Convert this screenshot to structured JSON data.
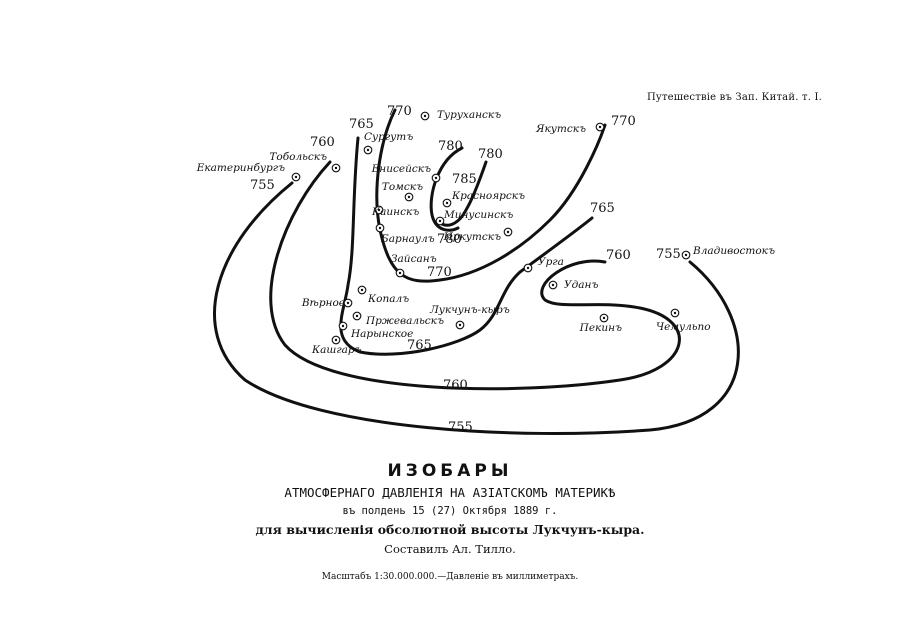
{
  "header": {
    "series_note": "Путешествіе въ Зап. Китай. т. I."
  },
  "caption": {
    "title": "ИЗОБАРЫ",
    "subtitle": "АТМОСФЕРНАГО ДАВЛЕНІЯ НА АЗІАТСКОМЪ МАТЕРИКѢ",
    "date_line": "въ полдень 15 (27) Октября 1889 г.",
    "purpose_line": "для вычисленія обсолютной высоты Лукчунъ-кыра.",
    "author_line": "Составилъ Ал. Тилло.",
    "scale_line": "Масштабъ 1:30.000.000.—Давленіе въ миллиметрахъ."
  },
  "isobar_labels": [
    {
      "id": "755-west",
      "text": "755"
    },
    {
      "id": "760-west",
      "text": "760"
    },
    {
      "id": "765-north",
      "text": "765"
    },
    {
      "id": "770-north",
      "text": "770"
    },
    {
      "id": "770-east",
      "text": "770"
    },
    {
      "id": "780-a",
      "text": "780"
    },
    {
      "id": "780-b",
      "text": "780"
    },
    {
      "id": "785",
      "text": "785"
    },
    {
      "id": "780-c",
      "text": "780"
    },
    {
      "id": "770-south",
      "text": "770"
    },
    {
      "id": "765-east",
      "text": "765"
    },
    {
      "id": "760-east",
      "text": "760"
    },
    {
      "id": "755-east",
      "text": "755"
    },
    {
      "id": "765-south",
      "text": "765"
    },
    {
      "id": "760-south",
      "text": "760"
    },
    {
      "id": "755-south",
      "text": "755"
    }
  ],
  "cities": [
    {
      "id": "turukhansk",
      "name": "Туруханскъ"
    },
    {
      "id": "yakutsk",
      "name": "Якутскъ"
    },
    {
      "id": "surgut",
      "name": "Сургутъ"
    },
    {
      "id": "tobolsk",
      "name": "Тобольскъ"
    },
    {
      "id": "ekaterinburg",
      "name": "Екатеринбургъ"
    },
    {
      "id": "yeniseisk",
      "name": "Енисейскъ"
    },
    {
      "id": "tomsk",
      "name": "Томскъ"
    },
    {
      "id": "krasnoyarsk",
      "name": "Красноярскъ"
    },
    {
      "id": "kainsk",
      "name": "Каинскъ"
    },
    {
      "id": "minusinsk",
      "name": "Минусинскъ"
    },
    {
      "id": "barnaul",
      "name": "Барнаулъ"
    },
    {
      "id": "irkutsk",
      "name": "Иркутскъ"
    },
    {
      "id": "zaisan",
      "name": "Зайсанъ"
    },
    {
      "id": "urga",
      "name": "Урга"
    },
    {
      "id": "vladivostok",
      "name": "Владивостокъ"
    },
    {
      "id": "udan",
      "name": "Уданъ"
    },
    {
      "id": "vernoe",
      "name": "Вѣрное"
    },
    {
      "id": "kopal",
      "name": "Копалъ"
    },
    {
      "id": "lukchun",
      "name": "Лукчунъ-кыръ"
    },
    {
      "id": "przhevalsk",
      "name": "Пржевальскъ"
    },
    {
      "id": "naryn",
      "name": "Нарынское"
    },
    {
      "id": "peking",
      "name": "Пекинъ"
    },
    {
      "id": "chemulpo",
      "name": "Чемульпо"
    },
    {
      "id": "kashgar",
      "name": "Кашгаръ"
    }
  ]
}
